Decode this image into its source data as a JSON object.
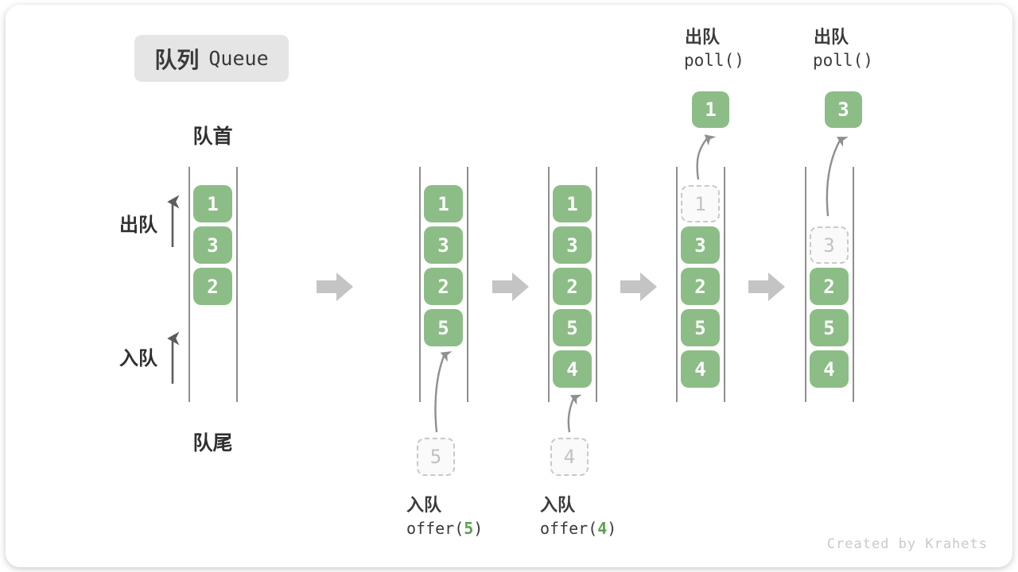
{
  "title": {
    "zh": "队列",
    "en": "Queue"
  },
  "labels": {
    "front": "队首",
    "rear": "队尾",
    "dequeue_side": "出队",
    "enqueue_side": "入队"
  },
  "stages": {
    "s1": {
      "items": [
        "1",
        "3",
        "2"
      ]
    },
    "s2": {
      "items": [
        "1",
        "3",
        "2",
        "5"
      ],
      "incoming": "5",
      "op_label": "入队",
      "op_fn": "offer(",
      "op_arg": "5",
      "op_close": ")"
    },
    "s3": {
      "items": [
        "1",
        "3",
        "2",
        "5",
        "4"
      ],
      "incoming": "4",
      "op_label": "入队",
      "op_fn": "offer(",
      "op_arg": "4",
      "op_close": ")"
    },
    "s4": {
      "removed": "1",
      "items": [
        "3",
        "2",
        "5",
        "4"
      ],
      "polled": "1",
      "op_label": "出队",
      "op_code": "poll()"
    },
    "s5": {
      "removed": "3",
      "items": [
        "2",
        "5",
        "4"
      ],
      "polled": "3",
      "op_label": "出队",
      "op_code": "poll()"
    }
  },
  "watermark": "Created by Krahets",
  "colors": {
    "cell_green": "#8CBD86",
    "code_green": "#5CA14E",
    "flow_arrow_gray": "#C4C4C4",
    "wall_gray": "#8E8E8E",
    "text_dark": "#3B3B3B",
    "dashed_border": "#C9C9C9",
    "dashed_text": "#C2C2C2",
    "badge_bg": "#E5E5E5",
    "watermark_gray": "#C9C9C9"
  }
}
